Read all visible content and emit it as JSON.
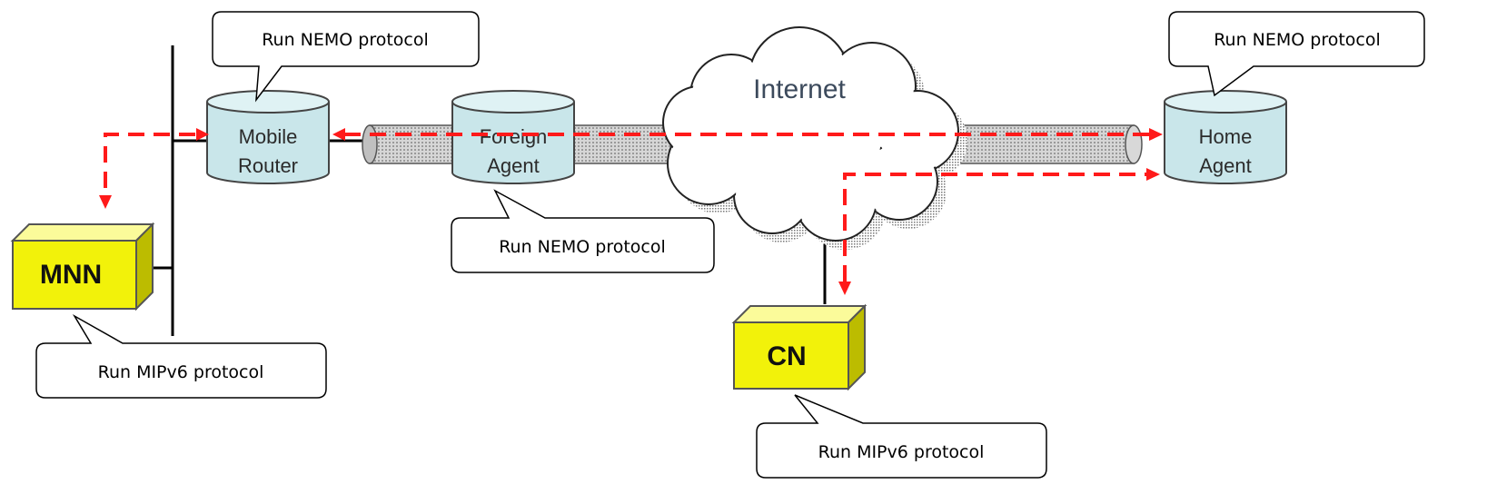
{
  "diagram": {
    "nodes": {
      "mobile_router": {
        "line1": "Mobile",
        "line2": "Router"
      },
      "foreign_agent": {
        "line1": "Foreign",
        "line2": "Agent"
      },
      "home_agent": {
        "line1": "Home",
        "line2": "Agent"
      },
      "mnn": {
        "label": "MNN"
      },
      "cn": {
        "label": "CN"
      },
      "internet": {
        "label": "Internet"
      }
    },
    "callouts": {
      "mobile_router": "Run NEMO protocol",
      "home_agent": "Run NEMO protocol",
      "foreign_agent": "Run NEMO protocol",
      "mnn": "Run MIPv6 protocol",
      "cn": "Run MIPv6 protocol"
    },
    "colors": {
      "router_fill": "#c9e6ea",
      "node_fill": "#f2f20a",
      "tunnel_fill": "#c8c8c8",
      "data_path": "#ff1a1a",
      "link": "#000000"
    }
  }
}
